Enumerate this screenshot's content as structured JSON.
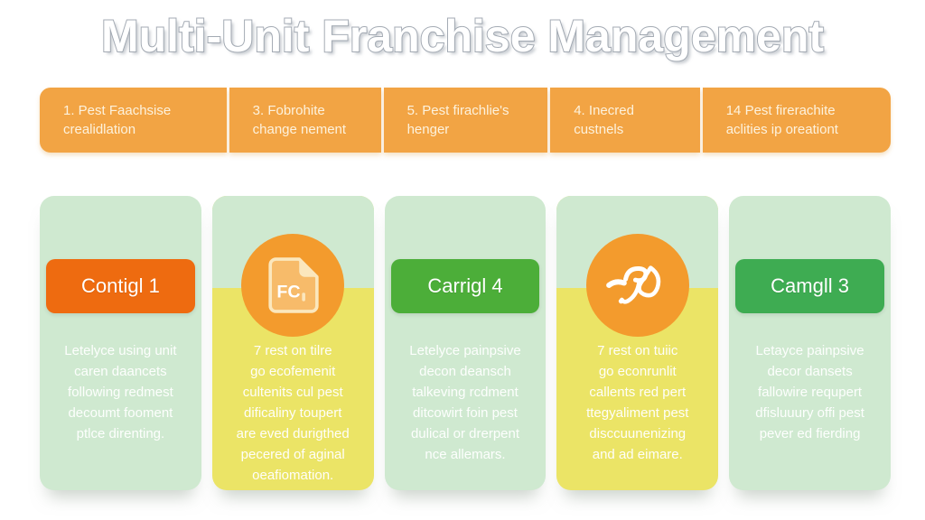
{
  "title": "Multi-Unit Franchise Management",
  "colors": {
    "header_orange": "#f2a444",
    "header_text": "#fdf2dd",
    "card_green": "#cfe9d0",
    "card_yellow": "#ebe466",
    "band_green": "#cfe9d0",
    "circle_orange": "#f39b2d",
    "button_orange": "#ee6b10",
    "button_green": "#4cae39",
    "button_green_alt": "#3eac52",
    "title_text": "#ffffff",
    "title_outline": "#a4abb4",
    "icon_cream": "#fbe7bd"
  },
  "steps": [
    {
      "label": "1. Pest Faachsise\ncrealidlation"
    },
    {
      "label": "3. Fobrohite\nchange nement"
    },
    {
      "label": "5. Pest firachlie's\nhenger"
    },
    {
      "label": "4. Inecred\ncustnels"
    },
    {
      "label": "14 Pest firerachite\naclities ip oreationt"
    }
  ],
  "cards": [
    {
      "variant": "button",
      "button_label": "Contigl 1",
      "button_color": "#ee6b10",
      "body": "Letelyce using unit\ncaren daancets\nfollowing redmest\ndecoumt fooment\nptlce direnting."
    },
    {
      "variant": "icon",
      "icon": "file-fc-icon",
      "icon_text": "FC",
      "body": "7 rest on tilre\ngo ecofemenit\ncultenits cul pest\ndificaliny toupert\nare eved durigthed\npecered of aginal\noeafiomation."
    },
    {
      "variant": "button",
      "button_label": "Carrigl 4",
      "button_color": "#4cae39",
      "body": "Letelyce painpsive\ndecon deansch\ntalkeving rcdment\nditcowirt foin pest\ndulical or drerpent\nnce allemars."
    },
    {
      "variant": "icon",
      "icon": "swirl-icon",
      "body": "7 rest on tuiic\ngo econrunlit\ncallents red pert\nttegyaliment pest\ndisccuunenizing\nand ad eimare."
    },
    {
      "variant": "button",
      "button_label": "Camgll 3",
      "button_color": "#3eac52",
      "body": "Letayce painpsive\ndecor dansets\nfallowire requpert\ndfisluuury offi pest\npever ed fierding"
    }
  ]
}
